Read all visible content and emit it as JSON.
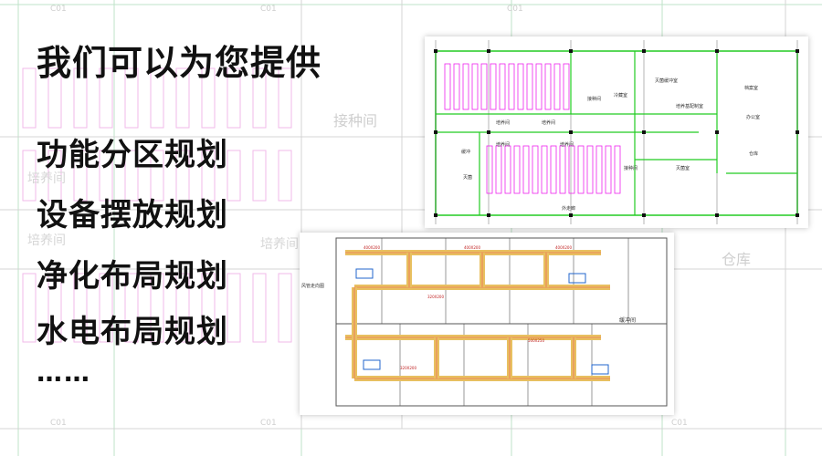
{
  "headline": "我们可以为您提供",
  "services": [
    "功能分区规划",
    "设备摆放规划",
    "净化布局规划",
    "水电布局规划"
  ],
  "ellipsis": "……",
  "background": {
    "room_label_1": "培养间",
    "room_label_2": "培养间",
    "room_label_3": "培养间",
    "room_label_4": "接种间",
    "room_label_5": "仓库",
    "axis_label": "C01",
    "colors": {
      "grid": "#bfe3c8",
      "rack": "#f2b8ea",
      "wall": "#d4d4d4"
    }
  },
  "plan_a": {
    "labels": {
      "r1": "培养间",
      "r2": "培养间",
      "r3": "接种间",
      "r4": "冷藏室",
      "r5": "灭菌缓冲室",
      "r6": "培养基配制室",
      "r7": "档案室",
      "r8": "办公室",
      "r9": "仓库",
      "r10": "灭菌室",
      "r11": "培养间",
      "r12": "培养间",
      "r13": "接种间",
      "r14": "缓冲",
      "r15": "灭菌",
      "r16": "外走廊"
    },
    "colors": {
      "wall": "#22cc22",
      "rack": "#ee22ee",
      "column": "#111111",
      "grid": "#444444"
    }
  },
  "plan_b": {
    "labels": {
      "side": "风管走向图",
      "area": "缓冲间",
      "d1": "400X200",
      "d2": "320X200",
      "d3": "500X250"
    },
    "colors": {
      "duct": "#e8c060",
      "duct_inner": "#ee5555",
      "wall": "#555555",
      "unit": "#2266cc"
    }
  }
}
